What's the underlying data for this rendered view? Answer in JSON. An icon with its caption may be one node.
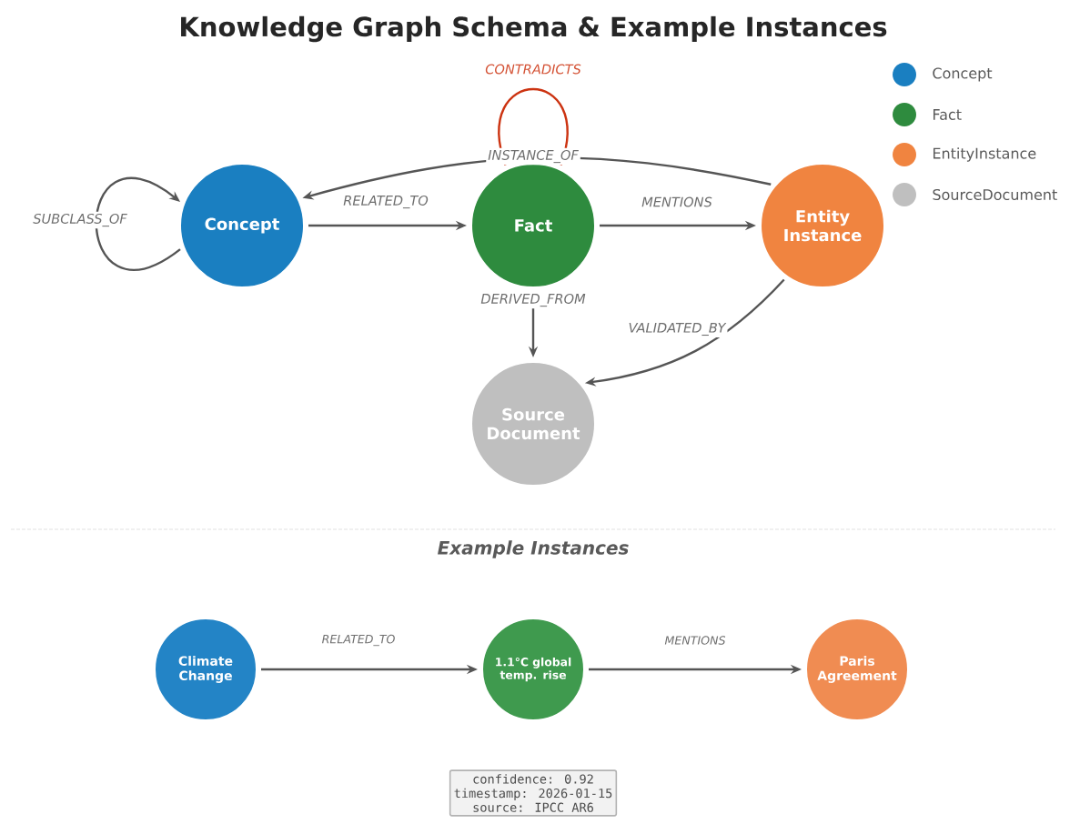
{
  "diagram": {
    "title": "Knowledge Graph Schema & Example Instances",
    "nodes": [
      {
        "text": [
          "Concept"
        ]
      },
      {
        "text": [
          "Fact"
        ]
      },
      {
        "text": [
          "Entity Instance"
        ]
      },
      {
        "text": [
          "Source Document"
        ]
      },
      {
        "text": [
          "Climate Change"
        ]
      },
      {
        "text": [
          "1.1°C global temp. rise"
        ]
      },
      {
        "text": [
          "Paris Agreement"
        ]
      },
      {
        "text": [
          "confidence: 0.92",
          "timestamp: 2026-01-15",
          "source: IPCC AR6"
        ]
      }
    ],
    "edges": [
      {
        "from": 0,
        "to": 0,
        "arrow": "to",
        "label": "SUBCLASS_OF"
      },
      {
        "from": 0,
        "to": 1,
        "arrow": "to",
        "label": "RELATED_TO"
      },
      {
        "from": 2,
        "to": 0,
        "arrow": "to",
        "label": "INSTANCE_OF"
      },
      {
        "from": 1,
        "to": 2,
        "arrow": "to",
        "label": "MENTIONS"
      },
      {
        "from": 1,
        "to": 1,
        "arrow": "none",
        "label": "CONTRADICTS",
        "color": "#cc3311"
      },
      {
        "from": 1,
        "to": 3,
        "arrow": "to",
        "label": "DERIVED_FROM"
      },
      {
        "from": 2,
        "to": 3,
        "arrow": "to",
        "label": "VALIDATED_BY"
      },
      {
        "from": 4,
        "to": 5,
        "arrow": "to",
        "label": "RELATED_TO"
      },
      {
        "from": 5,
        "to": 6,
        "arrow": "to",
        "label": "MENTIONS"
      }
    ],
    "labels": [
      "Example Instances"
    ],
    "legend": [
      {
        "text": "Concept",
        "color": "#1a7fc1"
      },
      {
        "text": "Fact",
        "color": "#2e8b3e"
      },
      {
        "text": "EntityInstance",
        "color": "#f08440"
      },
      {
        "text": "SourceDocument",
        "color": "#bfbfbf"
      }
    ]
  }
}
